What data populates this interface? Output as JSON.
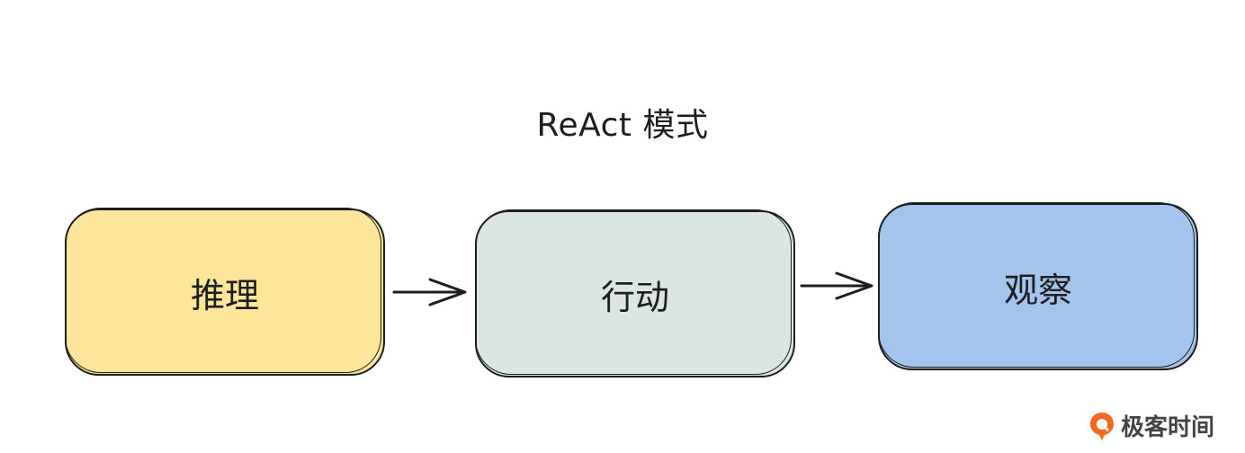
{
  "title": "ReAct 模式",
  "nodes": [
    {
      "id": "reason",
      "label": "推理",
      "color": "#fde59a"
    },
    {
      "id": "act",
      "label": "行动",
      "color": "#dbe5e2"
    },
    {
      "id": "observe",
      "label": "观察",
      "color": "#a3c4ec"
    }
  ],
  "edges": [
    {
      "from": "reason",
      "to": "act"
    },
    {
      "from": "act",
      "to": "observe"
    }
  ],
  "watermark": {
    "text": "极客时间",
    "icon": "geektime-logo-icon"
  }
}
